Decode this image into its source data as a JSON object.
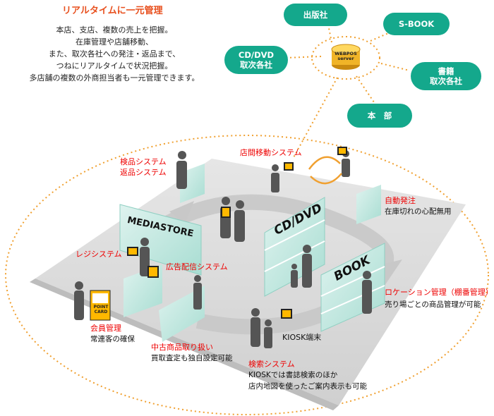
{
  "header": {
    "title": "リアルタイムに一元管理",
    "description": [
      "本店、支店、複数の売上を把握。",
      "在庫管理や店舗移動、",
      "また、取次各社への発注・返品まで、",
      "つねにリアルタイムで状況把握。",
      "多店舗の複数の外商担当者も一元管理できます。"
    ]
  },
  "server": {
    "line1": "WEBPOS",
    "line2": "server"
  },
  "nodes": {
    "shuppansha": "出版社",
    "sbook": "S-BOOK",
    "cddvd_l1": "CD/DVD",
    "cddvd_l2": "取次各社",
    "shoseki_l1": "書籍",
    "shoseki_l2": "取次各社",
    "honbu": "本　部"
  },
  "signs": {
    "mediastore": "MEDIASTORE",
    "cddvd": "CD/DVD",
    "book": "BOOK",
    "pointcard": "POINT CARD"
  },
  "labels": {
    "kenpin_1": "検品システム",
    "kenpin_2": "返品システム",
    "tenkan": "店間移動システム",
    "jidou": "自動発注",
    "jidou_sub": "在庫切れの心配無用",
    "regi": "レジシステム",
    "koukoku": "広告配信システム",
    "location": "ロケーション管理（棚番管理）",
    "location_sub": "売り場ごとの商品管理が可能",
    "kaiin": "会員管理",
    "kaiin_sub": "常連客の確保",
    "chuko": "中古商品取り扱い",
    "chuko_sub": "買取査定も独自設定可能",
    "kiosk": "KIOSK端末",
    "kensaku": "検索システム",
    "kensaku_sub1": "KIOSKでは書誌検索のほか",
    "kensaku_sub2": "店内地図を使ったご案内表示も可能"
  },
  "colors": {
    "teal": "#14a88c",
    "orange_dot": "#f0a030",
    "red_label": "#e00000",
    "title": "#e8501e"
  }
}
